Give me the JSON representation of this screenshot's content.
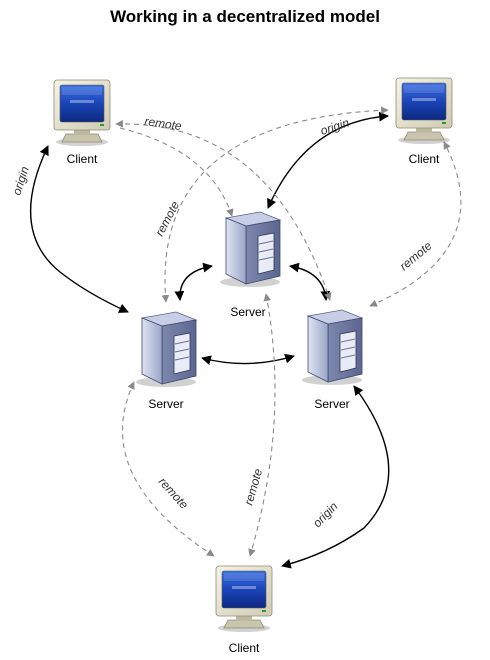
{
  "title": "Working in a decentralized model",
  "nodes": {
    "client_top_left": "Client",
    "client_top_right": "Client",
    "client_bottom": "Client",
    "server_center": "Server",
    "server_left": "Server",
    "server_right": "Server"
  },
  "edge_labels": {
    "remote_top": "remote",
    "origin_left": "origin",
    "origin_top_right": "origin",
    "remote_mid_left": "remote",
    "remote_mid_right": "remote",
    "remote_bottom_left": "remote",
    "remote_bottom_center": "remote",
    "origin_bottom_right": "origin"
  },
  "colors": {
    "solid_edge": "#000000",
    "dashed_edge": "#8a8a8a",
    "screen": "#1a44b8",
    "monitor_body": "#e6e3cf",
    "server_body": "#b7c0dc"
  },
  "icons": {
    "client": "crt-monitor-icon",
    "server": "tower-server-icon"
  }
}
